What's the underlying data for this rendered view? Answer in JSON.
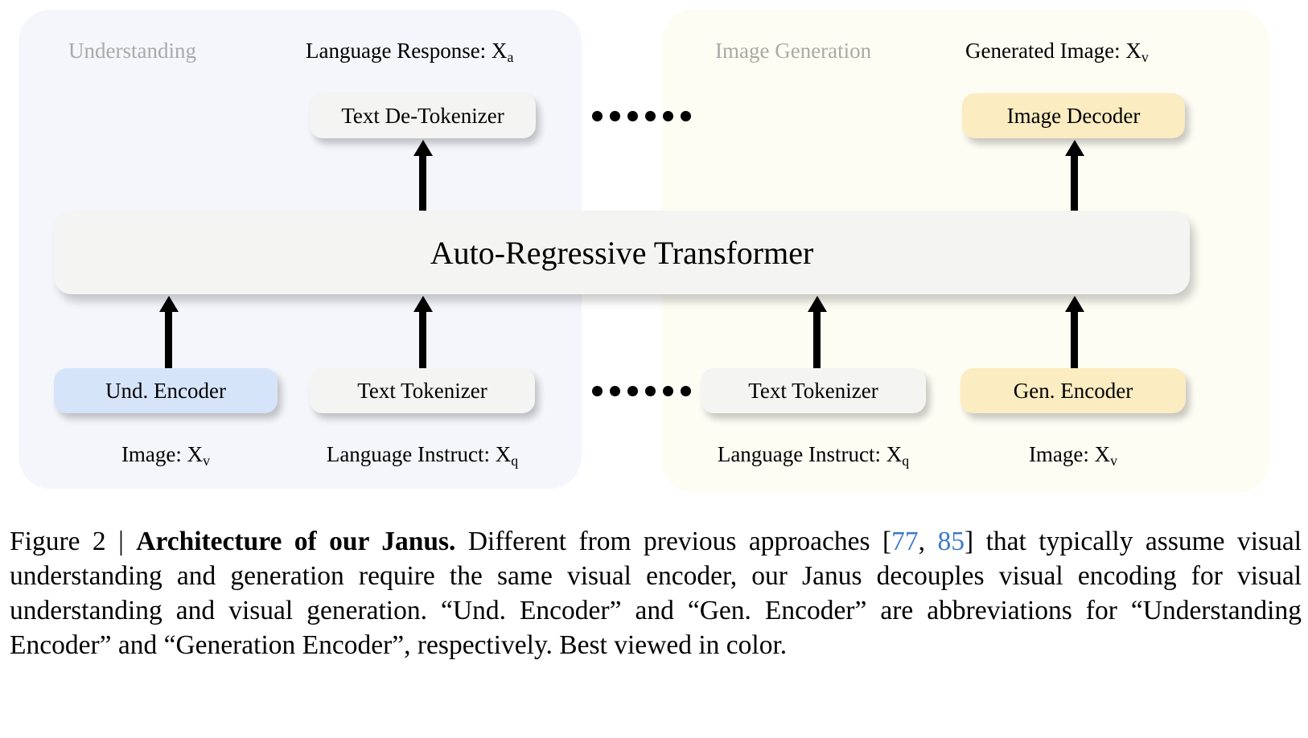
{
  "figure": {
    "panels": [
      {
        "id": "understanding",
        "title": "Understanding"
      },
      {
        "id": "generation",
        "title": "Image Generation"
      }
    ],
    "top_labels": [
      {
        "id": "language-response",
        "text": "Language Response: X",
        "sub": "a"
      },
      {
        "id": "generated-image",
        "text": "Generated Image: X",
        "sub": "v"
      }
    ],
    "bottom_labels": [
      {
        "id": "image-left",
        "text": "Image: X",
        "sub": "v"
      },
      {
        "id": "language-instruct-left",
        "text": "Language Instruct: X",
        "sub": "q"
      },
      {
        "id": "language-instruct-right",
        "text": "Language Instruct: X",
        "sub": "q"
      },
      {
        "id": "image-right",
        "text": "Image: X",
        "sub": "v"
      }
    ],
    "boxes": {
      "text_detokenizer": "Text De-Tokenizer",
      "image_decoder": "Image Decoder",
      "transformer": "Auto-Regressive Transformer",
      "und_encoder": "Und. Encoder",
      "text_tokenizer_left": "Text Tokenizer",
      "text_tokenizer_right": "Text Tokenizer",
      "gen_encoder": "Gen. Encoder"
    },
    "ellipsis": {
      "dot_count": 6,
      "top_symbol": "......",
      "bottom_symbol": "......"
    },
    "colors": {
      "panel_understanding": "#f4f6fc",
      "panel_generation": "#fefdf4",
      "box_neutral": "#f4f4f2",
      "box_blue": "#d6e4f9",
      "box_yellow": "#fbecc1",
      "panel_title": "#a9a9a9",
      "citation_link": "#3a7bc8",
      "arrow": "#000000"
    }
  },
  "caption": {
    "prefix": "Figure 2 | ",
    "bold_title": "Architecture of our Janus.",
    "part1": " Different from previous approaches [",
    "cite1": "77",
    "sep": ", ",
    "cite2": "85",
    "part2": "] that typically assume visual understanding and generation require the same visual encoder, our Janus decouples visual encoding for visual understanding and visual generation. “Und. Encoder” and “Gen. Encoder” are abbreviations for “Understanding Encoder” and “Generation Encoder”, respectively. Best viewed in color."
  }
}
